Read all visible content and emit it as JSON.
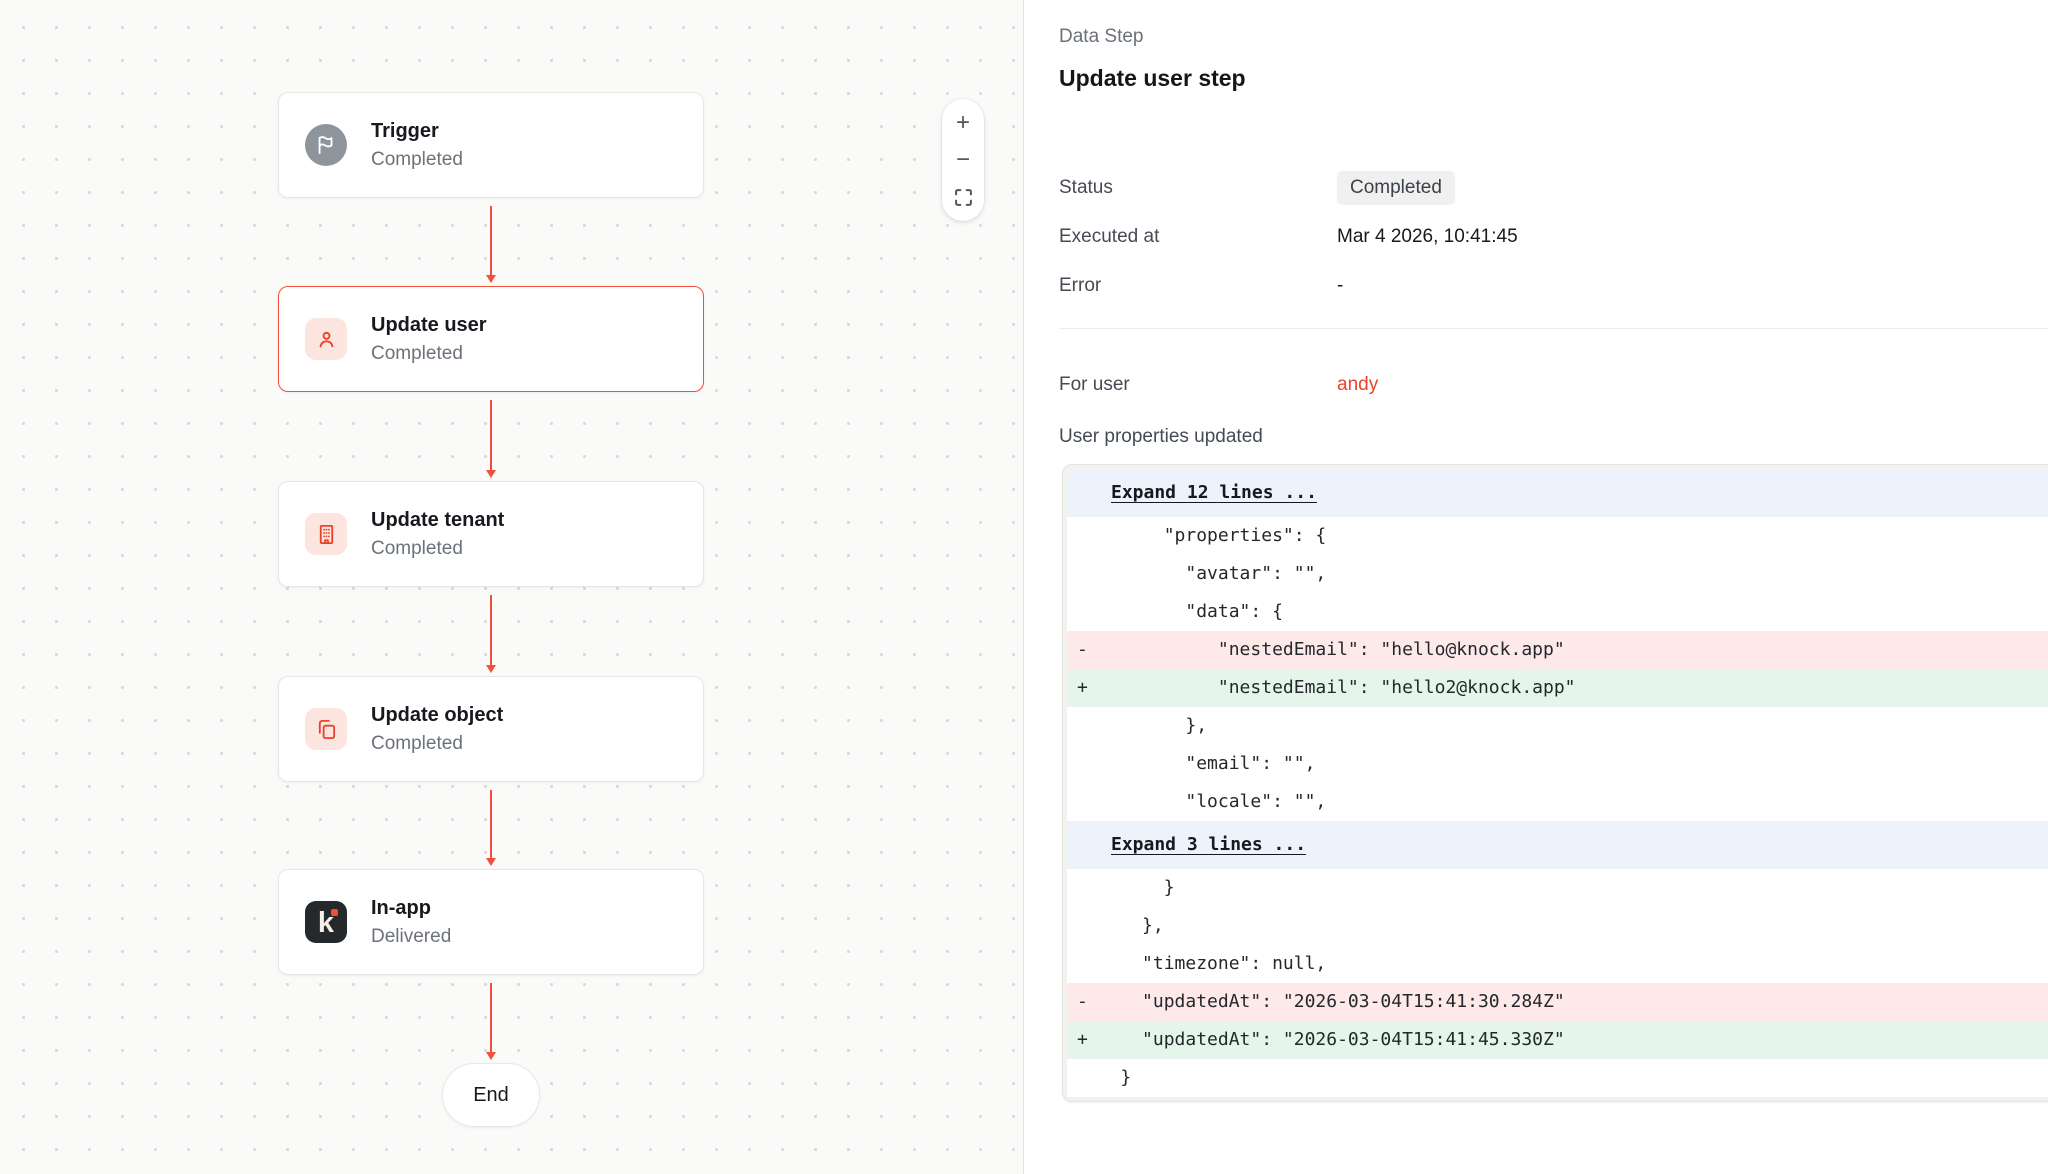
{
  "colors": {
    "accent": "#F2503C",
    "user_link": "#E8432C",
    "diff_removed_bg": "#FCE9E8",
    "diff_added_bg": "#E5F5EB",
    "diff_expand_bg": "#EDF3FA",
    "badge_bg": "#F0F0F0"
  },
  "canvas": {
    "nodes": [
      {
        "title": "Trigger",
        "status": "Completed",
        "icon": "flag-icon",
        "selected": false
      },
      {
        "title": "Update user",
        "status": "Completed",
        "icon": "user-icon",
        "selected": true
      },
      {
        "title": "Update tenant",
        "status": "Completed",
        "icon": "building-icon",
        "selected": false
      },
      {
        "title": "Update object",
        "status": "Completed",
        "icon": "copy-icon",
        "selected": false
      },
      {
        "title": "In-app",
        "status": "Delivered",
        "icon": "knock-icon",
        "selected": false
      }
    ],
    "end_label": "End",
    "zoom_controls": {
      "plus": "+",
      "minus": "−"
    }
  },
  "panel": {
    "kicker": "Data Step",
    "title": "Update user step",
    "detail_rows": [
      {
        "label": "Status",
        "value": "Completed",
        "badge": true
      },
      {
        "label": "Executed at",
        "value": "Mar 4 2026, 10:41:45",
        "badge": false
      },
      {
        "label": "Error",
        "value": "-",
        "badge": false
      }
    ],
    "for_user": {
      "label": "For user",
      "value": "andy"
    },
    "diff_label": "User properties updated",
    "diff": {
      "lines": [
        {
          "type": "expand",
          "text": "Expand 12 lines ..."
        },
        {
          "type": "ctx",
          "text": "        \"properties\": {"
        },
        {
          "type": "ctx",
          "text": "          \"avatar\": \"\","
        },
        {
          "type": "ctx",
          "text": "          \"data\": {"
        },
        {
          "type": "del",
          "text": "-            \"nestedEmail\": \"hello@knock.app\""
        },
        {
          "type": "add",
          "text": "+            \"nestedEmail\": \"hello2@knock.app\""
        },
        {
          "type": "ctx",
          "text": "          },"
        },
        {
          "type": "ctx",
          "text": "          \"email\": \"\","
        },
        {
          "type": "ctx",
          "text": "          \"locale\": \"\","
        },
        {
          "type": "expand",
          "text": "Expand 3 lines ..."
        },
        {
          "type": "ctx",
          "text": "        }"
        },
        {
          "type": "ctx",
          "text": "      },"
        },
        {
          "type": "ctx",
          "text": "      \"timezone\": null,"
        },
        {
          "type": "del",
          "text": "-     \"updatedAt\": \"2026-03-04T15:41:30.284Z\""
        },
        {
          "type": "add",
          "text": "+     \"updatedAt\": \"2026-03-04T15:41:45.330Z\""
        },
        {
          "type": "ctx",
          "text": "    }"
        }
      ]
    }
  }
}
